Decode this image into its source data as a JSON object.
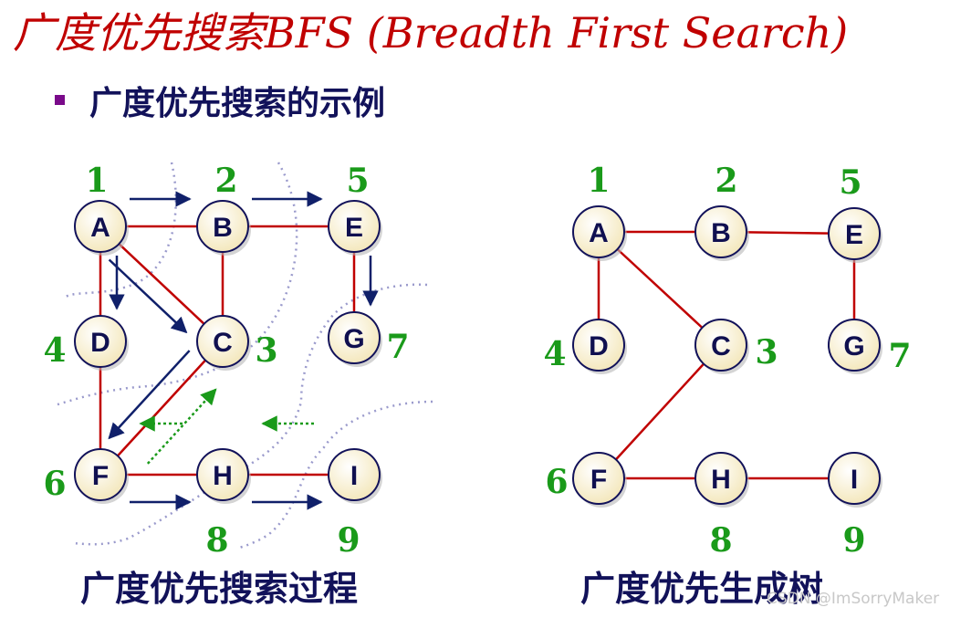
{
  "title": "广度优先搜索BFS (Breadth First Search)",
  "subtitle": "广度优先搜索的示例",
  "colors": {
    "title": "#c00000",
    "text": "#12125a",
    "edge": "#c00000",
    "arrow": "#10206a",
    "dotted_arrow": "#1a9a1a",
    "order_label": "#1a9a1a",
    "node_fill": "#fdf5d8",
    "node_stroke": "#12125a",
    "layer_curve": "#9a9acc"
  },
  "left_diagram": {
    "caption": "广度优先搜索过程",
    "nodes": [
      {
        "id": "A",
        "order": "1"
      },
      {
        "id": "B",
        "order": "2"
      },
      {
        "id": "E",
        "order": "5"
      },
      {
        "id": "D",
        "order": "4"
      },
      {
        "id": "C",
        "order": "3"
      },
      {
        "id": "G",
        "order": "7"
      },
      {
        "id": "F",
        "order": "6"
      },
      {
        "id": "H",
        "order": "8"
      },
      {
        "id": "I",
        "order": "9"
      }
    ],
    "edges": [
      [
        "A",
        "B"
      ],
      [
        "B",
        "E"
      ],
      [
        "A",
        "D"
      ],
      [
        "A",
        "C"
      ],
      [
        "B",
        "C"
      ],
      [
        "E",
        "G"
      ],
      [
        "D",
        "F"
      ],
      [
        "C",
        "F"
      ],
      [
        "F",
        "H"
      ],
      [
        "H",
        "I"
      ]
    ],
    "visit_arrows": [
      [
        "A",
        "B"
      ],
      [
        "B",
        "E"
      ],
      [
        "A",
        "D"
      ],
      [
        "A",
        "C"
      ],
      [
        "E",
        "G"
      ],
      [
        "C",
        "F"
      ],
      [
        "F",
        "H"
      ],
      [
        "H",
        "I"
      ]
    ],
    "backtrack_arrows": [
      [
        "F",
        "C"
      ],
      [
        "H",
        "F"
      ],
      [
        "I",
        "H"
      ]
    ]
  },
  "right_diagram": {
    "caption": "广度优先生成树",
    "nodes": [
      {
        "id": "A",
        "order": "1"
      },
      {
        "id": "B",
        "order": "2"
      },
      {
        "id": "E",
        "order": "5"
      },
      {
        "id": "D",
        "order": "4"
      },
      {
        "id": "C",
        "order": "3"
      },
      {
        "id": "G",
        "order": "7"
      },
      {
        "id": "F",
        "order": "6"
      },
      {
        "id": "H",
        "order": "8"
      },
      {
        "id": "I",
        "order": "9"
      }
    ],
    "edges": [
      [
        "A",
        "B"
      ],
      [
        "B",
        "E"
      ],
      [
        "A",
        "D"
      ],
      [
        "A",
        "C"
      ],
      [
        "E",
        "G"
      ],
      [
        "C",
        "F"
      ],
      [
        "F",
        "H"
      ],
      [
        "H",
        "I"
      ]
    ]
  },
  "watermark": "CSDN @ImSorryMaker"
}
